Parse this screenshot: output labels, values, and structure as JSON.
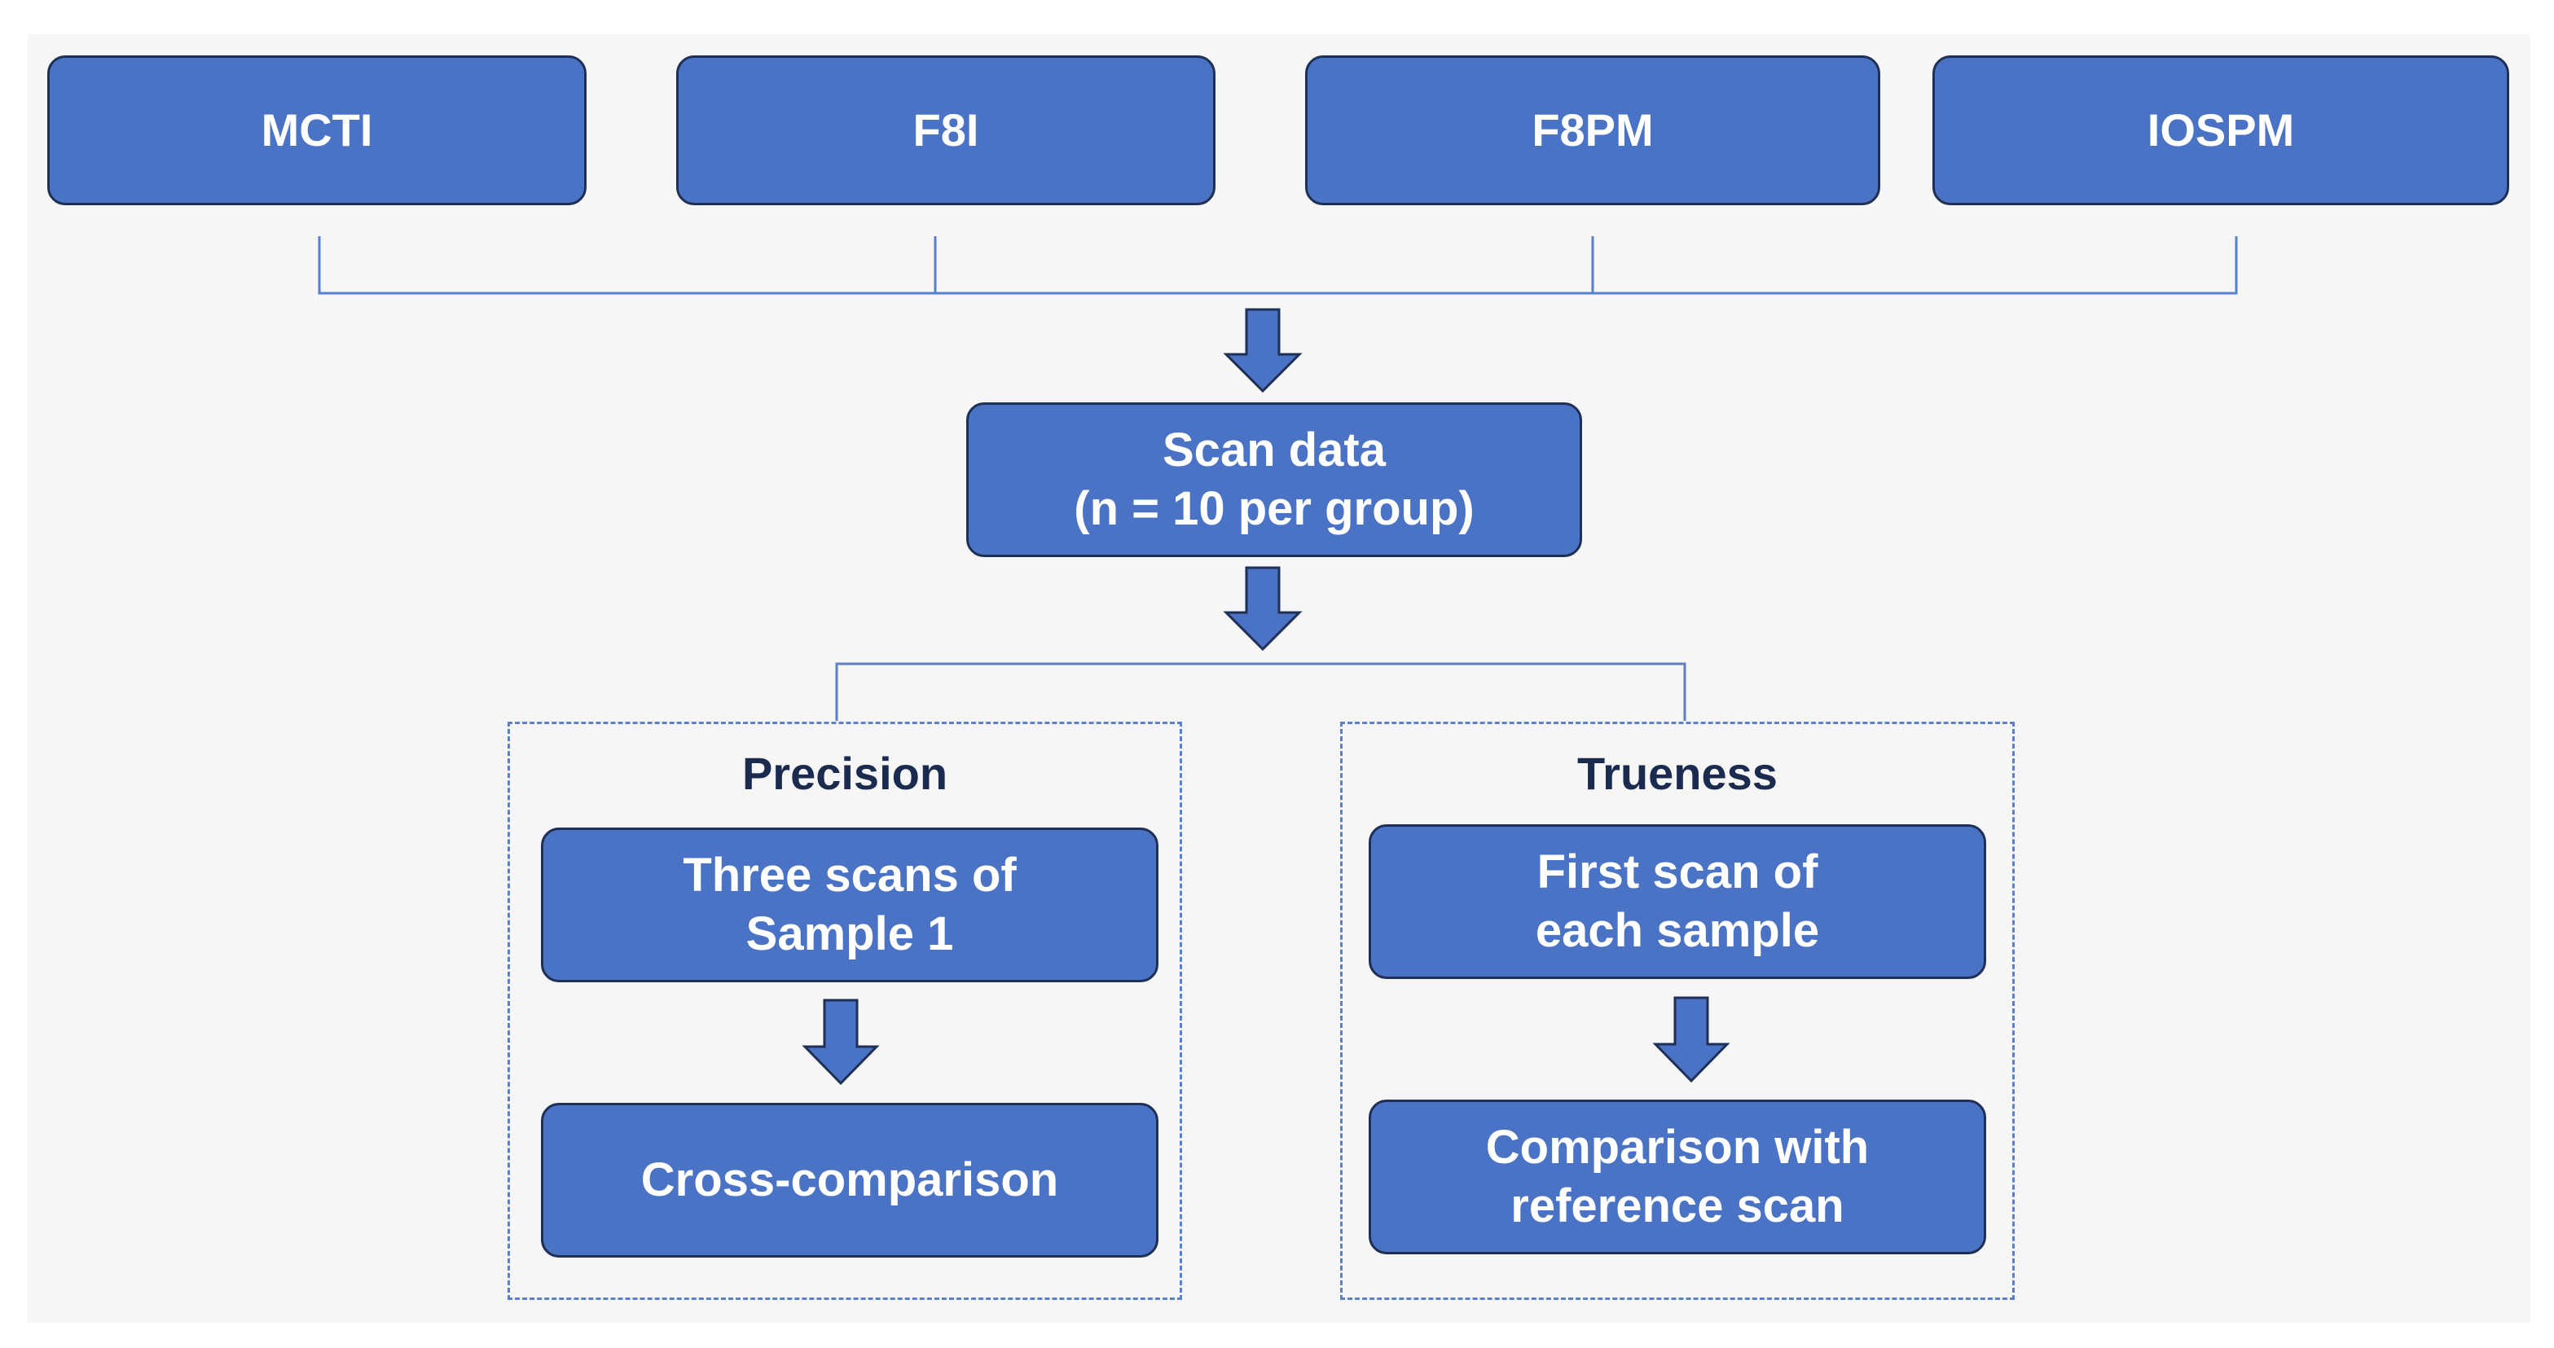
{
  "sources": [
    {
      "label": "MCTI"
    },
    {
      "label": "F8I"
    },
    {
      "label": "F8PM"
    },
    {
      "label": "IOSPM"
    }
  ],
  "scan_data": {
    "line1": "Scan data",
    "line2": "(n = 10 per group)"
  },
  "precision": {
    "heading": "Precision",
    "step1": {
      "line1": "Three scans of",
      "line2": "Sample 1"
    },
    "step2": {
      "label": "Cross-comparison"
    }
  },
  "trueness": {
    "heading": "Trueness",
    "step1": {
      "line1": "First scan of",
      "line2": "each sample"
    },
    "step2": {
      "line1": "Comparison with",
      "line2": "reference scan"
    }
  },
  "colors": {
    "box_fill": "#4a72c5",
    "box_border": "#1f2f55",
    "connector": "#5b7fc9",
    "heading_text": "#1a2b4f"
  }
}
